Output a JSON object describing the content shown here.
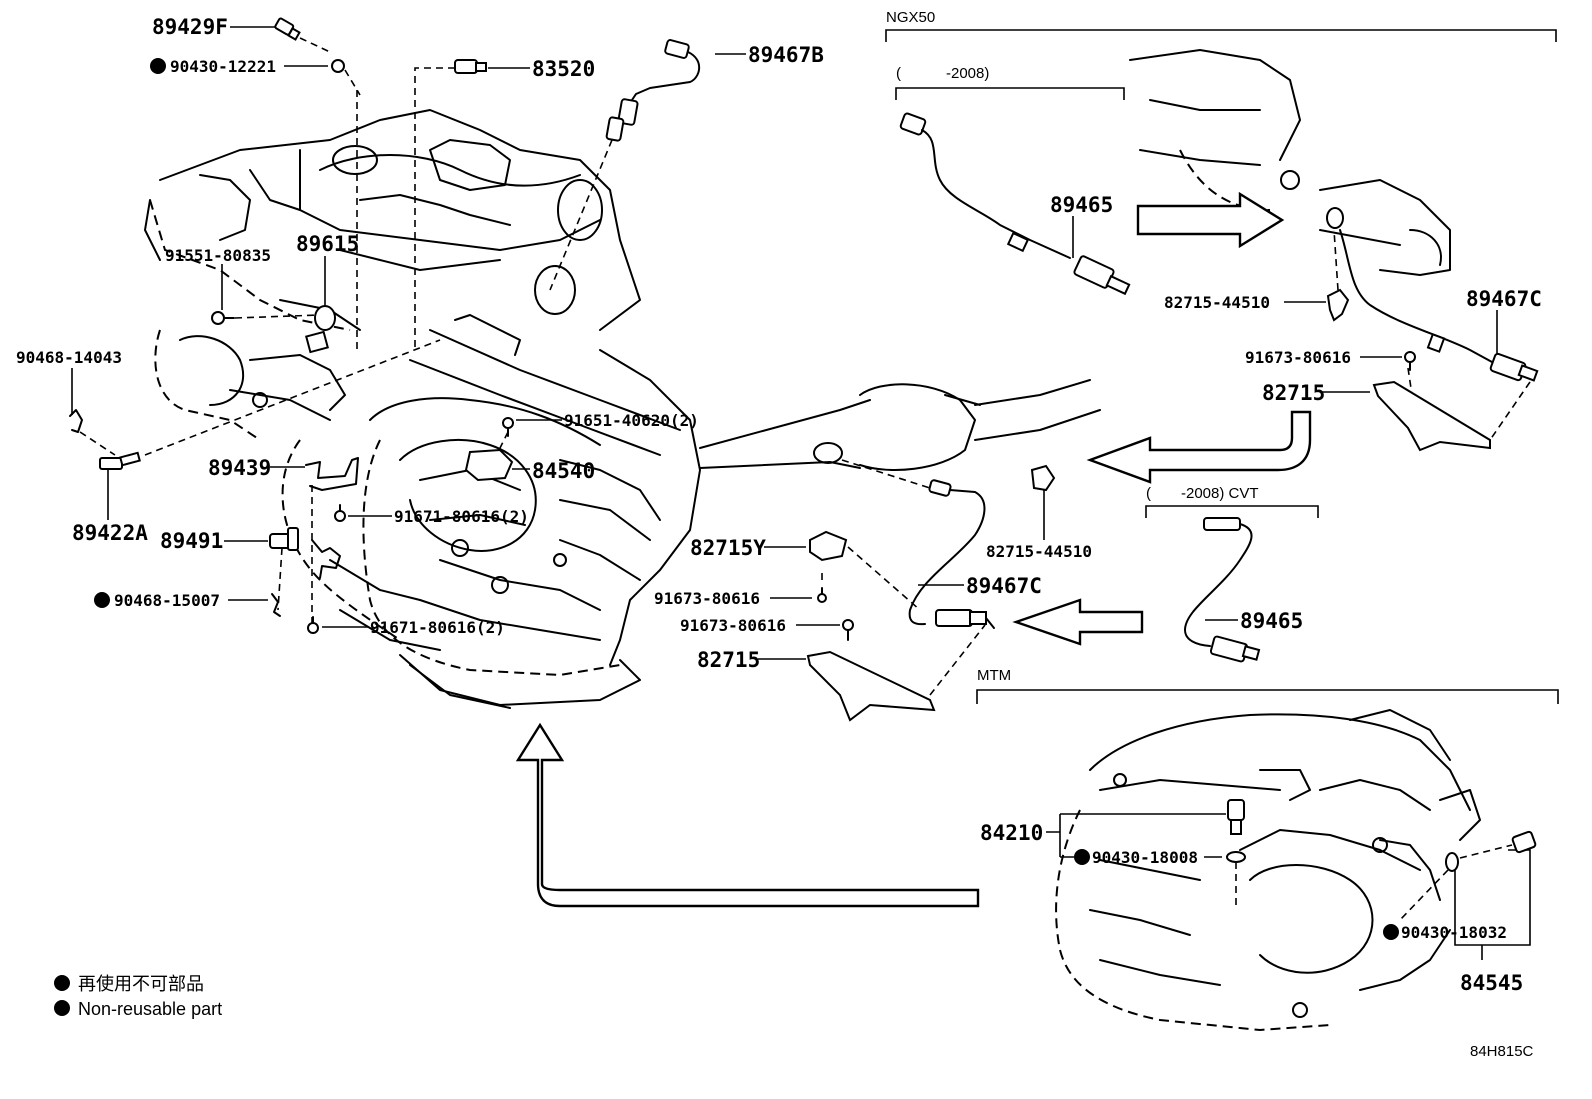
{
  "labels": {
    "p89429F": "89429F",
    "p90430_12221": "90430-12221",
    "p83520": "83520",
    "p89467B": "89467B",
    "p91551_80835": "91551-80835",
    "p89615": "89615",
    "p90468_14043": "90468-14043",
    "p89422A": "89422A",
    "p89439": "89439",
    "p89491": "89491",
    "p90468_15007": "90468-15007",
    "p91671_80616_a": "91671-80616(2)",
    "p91671_80616_b": "91671-80616(2)",
    "p91651_40620": "91651-40620(2)",
    "p84540": "84540",
    "p82715Y": "82715Y",
    "p91673_80616_a": "91673-80616",
    "p91673_80616_b": "91673-80616",
    "p82715_a": "82715",
    "p89467C_a": "89467C",
    "p82715_44510_a": "82715-44510",
    "p89465_a": "89465",
    "p82715_44510_b": "82715-44510",
    "p89467C_b": "89467C",
    "p91673_80616_c": "91673-80616",
    "p82715_b": "82715",
    "p89465_b": "89465",
    "p84210": "84210",
    "p90430_18008": "90430-18008",
    "p90430_18032": "90430-18032",
    "p84545": "84545"
  },
  "sections": {
    "ngx50": "NGX50",
    "range_2008": "(　　　-2008)",
    "range_2008_cvt": "(　　-2008) CVT",
    "mtm": "MTM"
  },
  "legend": {
    "jp": "再使用不可部品",
    "en": "Non-reusable part"
  },
  "illustration_id": "84H815C",
  "colors": {
    "ink": "#000000",
    "background": "#ffffff"
  }
}
